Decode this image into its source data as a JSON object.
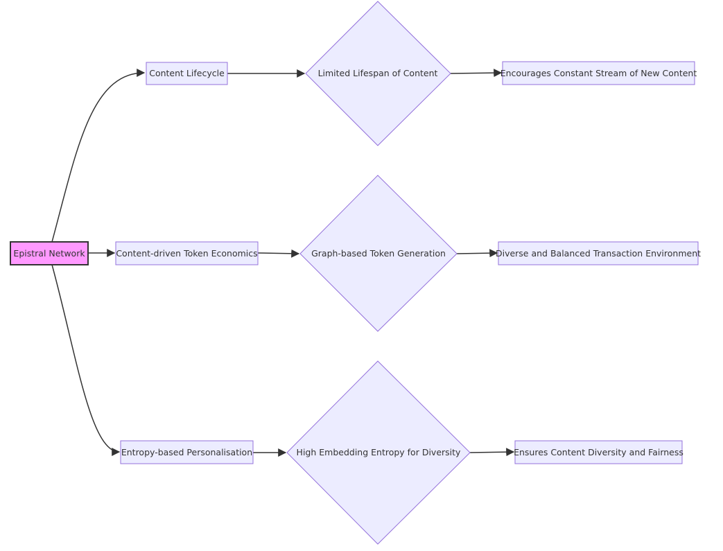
{
  "nodes": {
    "root": {
      "label": "Epistral Network",
      "color": "#FF99FF"
    },
    "content_lifecycle": {
      "label": "Content Lifecycle"
    },
    "limited_lifespan": {
      "label": "Limited Lifespan of Content"
    },
    "constant_stream": {
      "label": "Encourages Constant Stream of New Content"
    },
    "token_economics": {
      "label": "Content-driven Token Economics"
    },
    "graph_token": {
      "label": "Graph-based Token Generation"
    },
    "diverse_env": {
      "label": "Diverse and Balanced Transaction Environment"
    },
    "personalisation": {
      "label": "Entropy-based Personalisation"
    },
    "embedding_entropy": {
      "label": "High Embedding Entropy for Diversity"
    },
    "diversity_fairness": {
      "label": "Ensures Content Diversity and Fairness"
    }
  },
  "edges": [
    {
      "from": "root",
      "to": "content_lifecycle"
    },
    {
      "from": "root",
      "to": "token_economics"
    },
    {
      "from": "root",
      "to": "personalisation"
    },
    {
      "from": "content_lifecycle",
      "to": "limited_lifespan"
    },
    {
      "from": "limited_lifespan",
      "to": "constant_stream"
    },
    {
      "from": "token_economics",
      "to": "graph_token"
    },
    {
      "from": "graph_token",
      "to": "diverse_env"
    },
    {
      "from": "personalisation",
      "to": "embedding_entropy"
    },
    {
      "from": "embedding_entropy",
      "to": "diversity_fairness"
    }
  ],
  "colors": {
    "node_fill": "#ECECFF",
    "node_stroke": "#9370DB",
    "edge": "#333333"
  }
}
